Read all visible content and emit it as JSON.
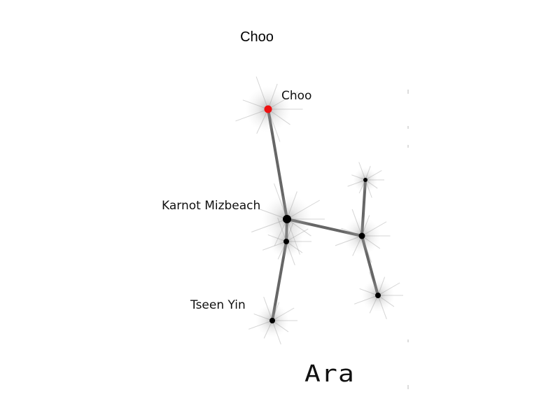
{
  "title": "Choo",
  "constellation": "Ara",
  "colors": {
    "highlight_star": "#ee1111",
    "star": "#000000",
    "line": "#666666",
    "background": "#ffffff"
  },
  "stars": [
    {
      "id": "choo",
      "label": "Choo",
      "highlighted": true
    },
    {
      "id": "karnot-mizbeach",
      "label": "Karnot Mizbeach",
      "highlighted": false
    },
    {
      "id": "tseen-yin",
      "label": "Tseen Yin",
      "highlighted": false
    },
    {
      "id": "star-mid-left",
      "label": "",
      "highlighted": false
    },
    {
      "id": "star-right-top",
      "label": "",
      "highlighted": false
    },
    {
      "id": "star-right-mid",
      "label": "",
      "highlighted": false
    },
    {
      "id": "star-right-bottom",
      "label": "",
      "highlighted": false
    }
  ],
  "connections": [
    [
      "choo",
      "karnot-mizbeach"
    ],
    [
      "karnot-mizbeach",
      "star-mid-left"
    ],
    [
      "star-mid-left",
      "tseen-yin"
    ],
    [
      "karnot-mizbeach",
      "star-right-mid"
    ],
    [
      "star-right-mid",
      "star-right-top"
    ],
    [
      "star-right-mid",
      "star-right-bottom"
    ]
  ]
}
